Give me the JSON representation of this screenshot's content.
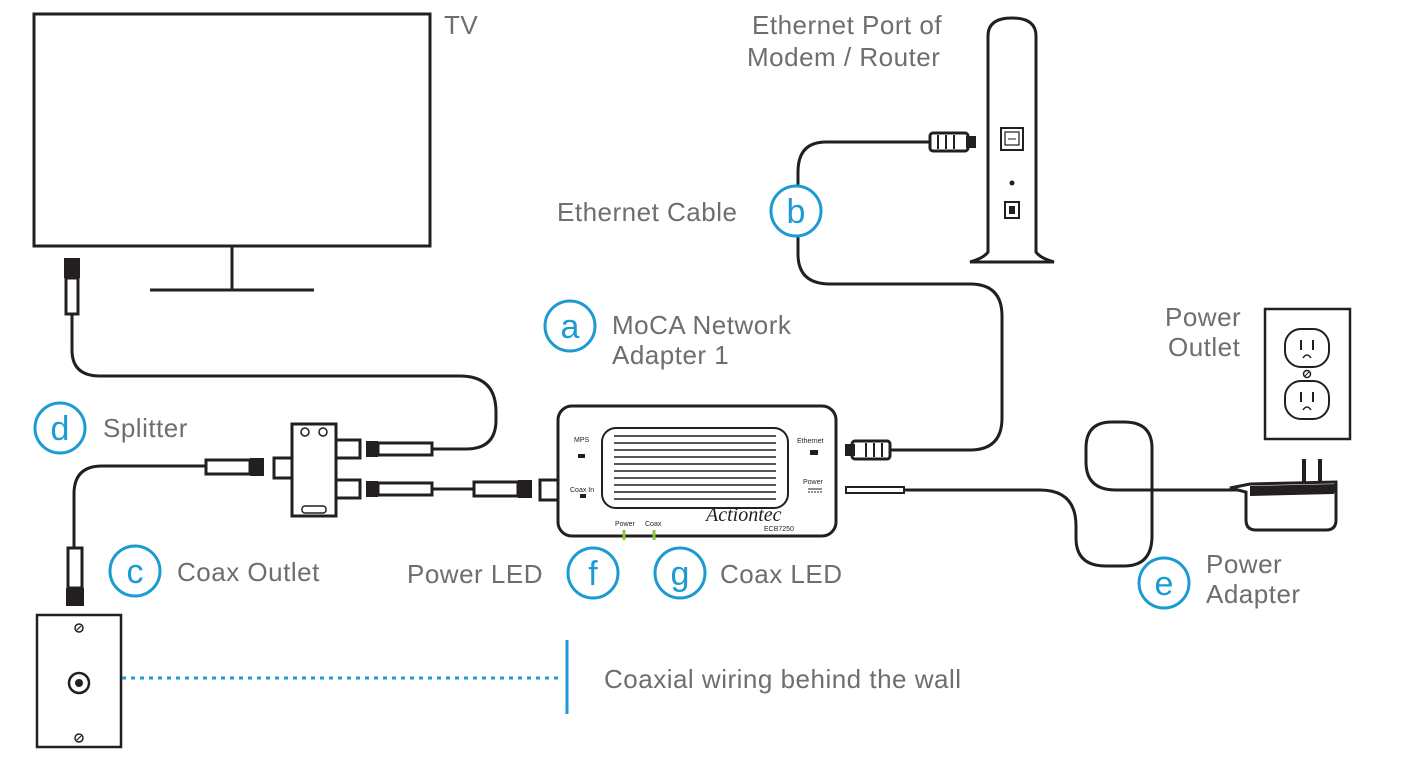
{
  "labels": {
    "tv": "TV",
    "router_line1": "Ethernet Port of",
    "router_line2": "Modem / Router",
    "ethernet_cable": "Ethernet Cable",
    "moca_line1": "MoCA Network",
    "moca_line2": "Adapter 1",
    "splitter": "Splitter",
    "coax_outlet": "Coax Outlet",
    "power_led": "Power LED",
    "coax_led": "Coax LED",
    "power_outlet_line1": "Power",
    "power_outlet_line2": "Outlet",
    "power_adapter_line1": "Power",
    "power_adapter_line2": "Adapter",
    "wall_wiring": "Coaxial wiring behind the wall"
  },
  "badges": {
    "a": "a",
    "b": "b",
    "c": "c",
    "d": "d",
    "e": "e",
    "f": "f",
    "g": "g"
  },
  "device": {
    "brand": "Actiontec",
    "model": "ECB7250",
    "mps": "MPS",
    "coax_in": "Coax In",
    "ethernet": "Ethernet",
    "power": "Power",
    "led_power": "Power",
    "led_coax": "Coax"
  },
  "colors": {
    "accent": "#1b9bd1",
    "line": "#231f20",
    "text": "#6d6e71",
    "led": "#8dc63f"
  }
}
